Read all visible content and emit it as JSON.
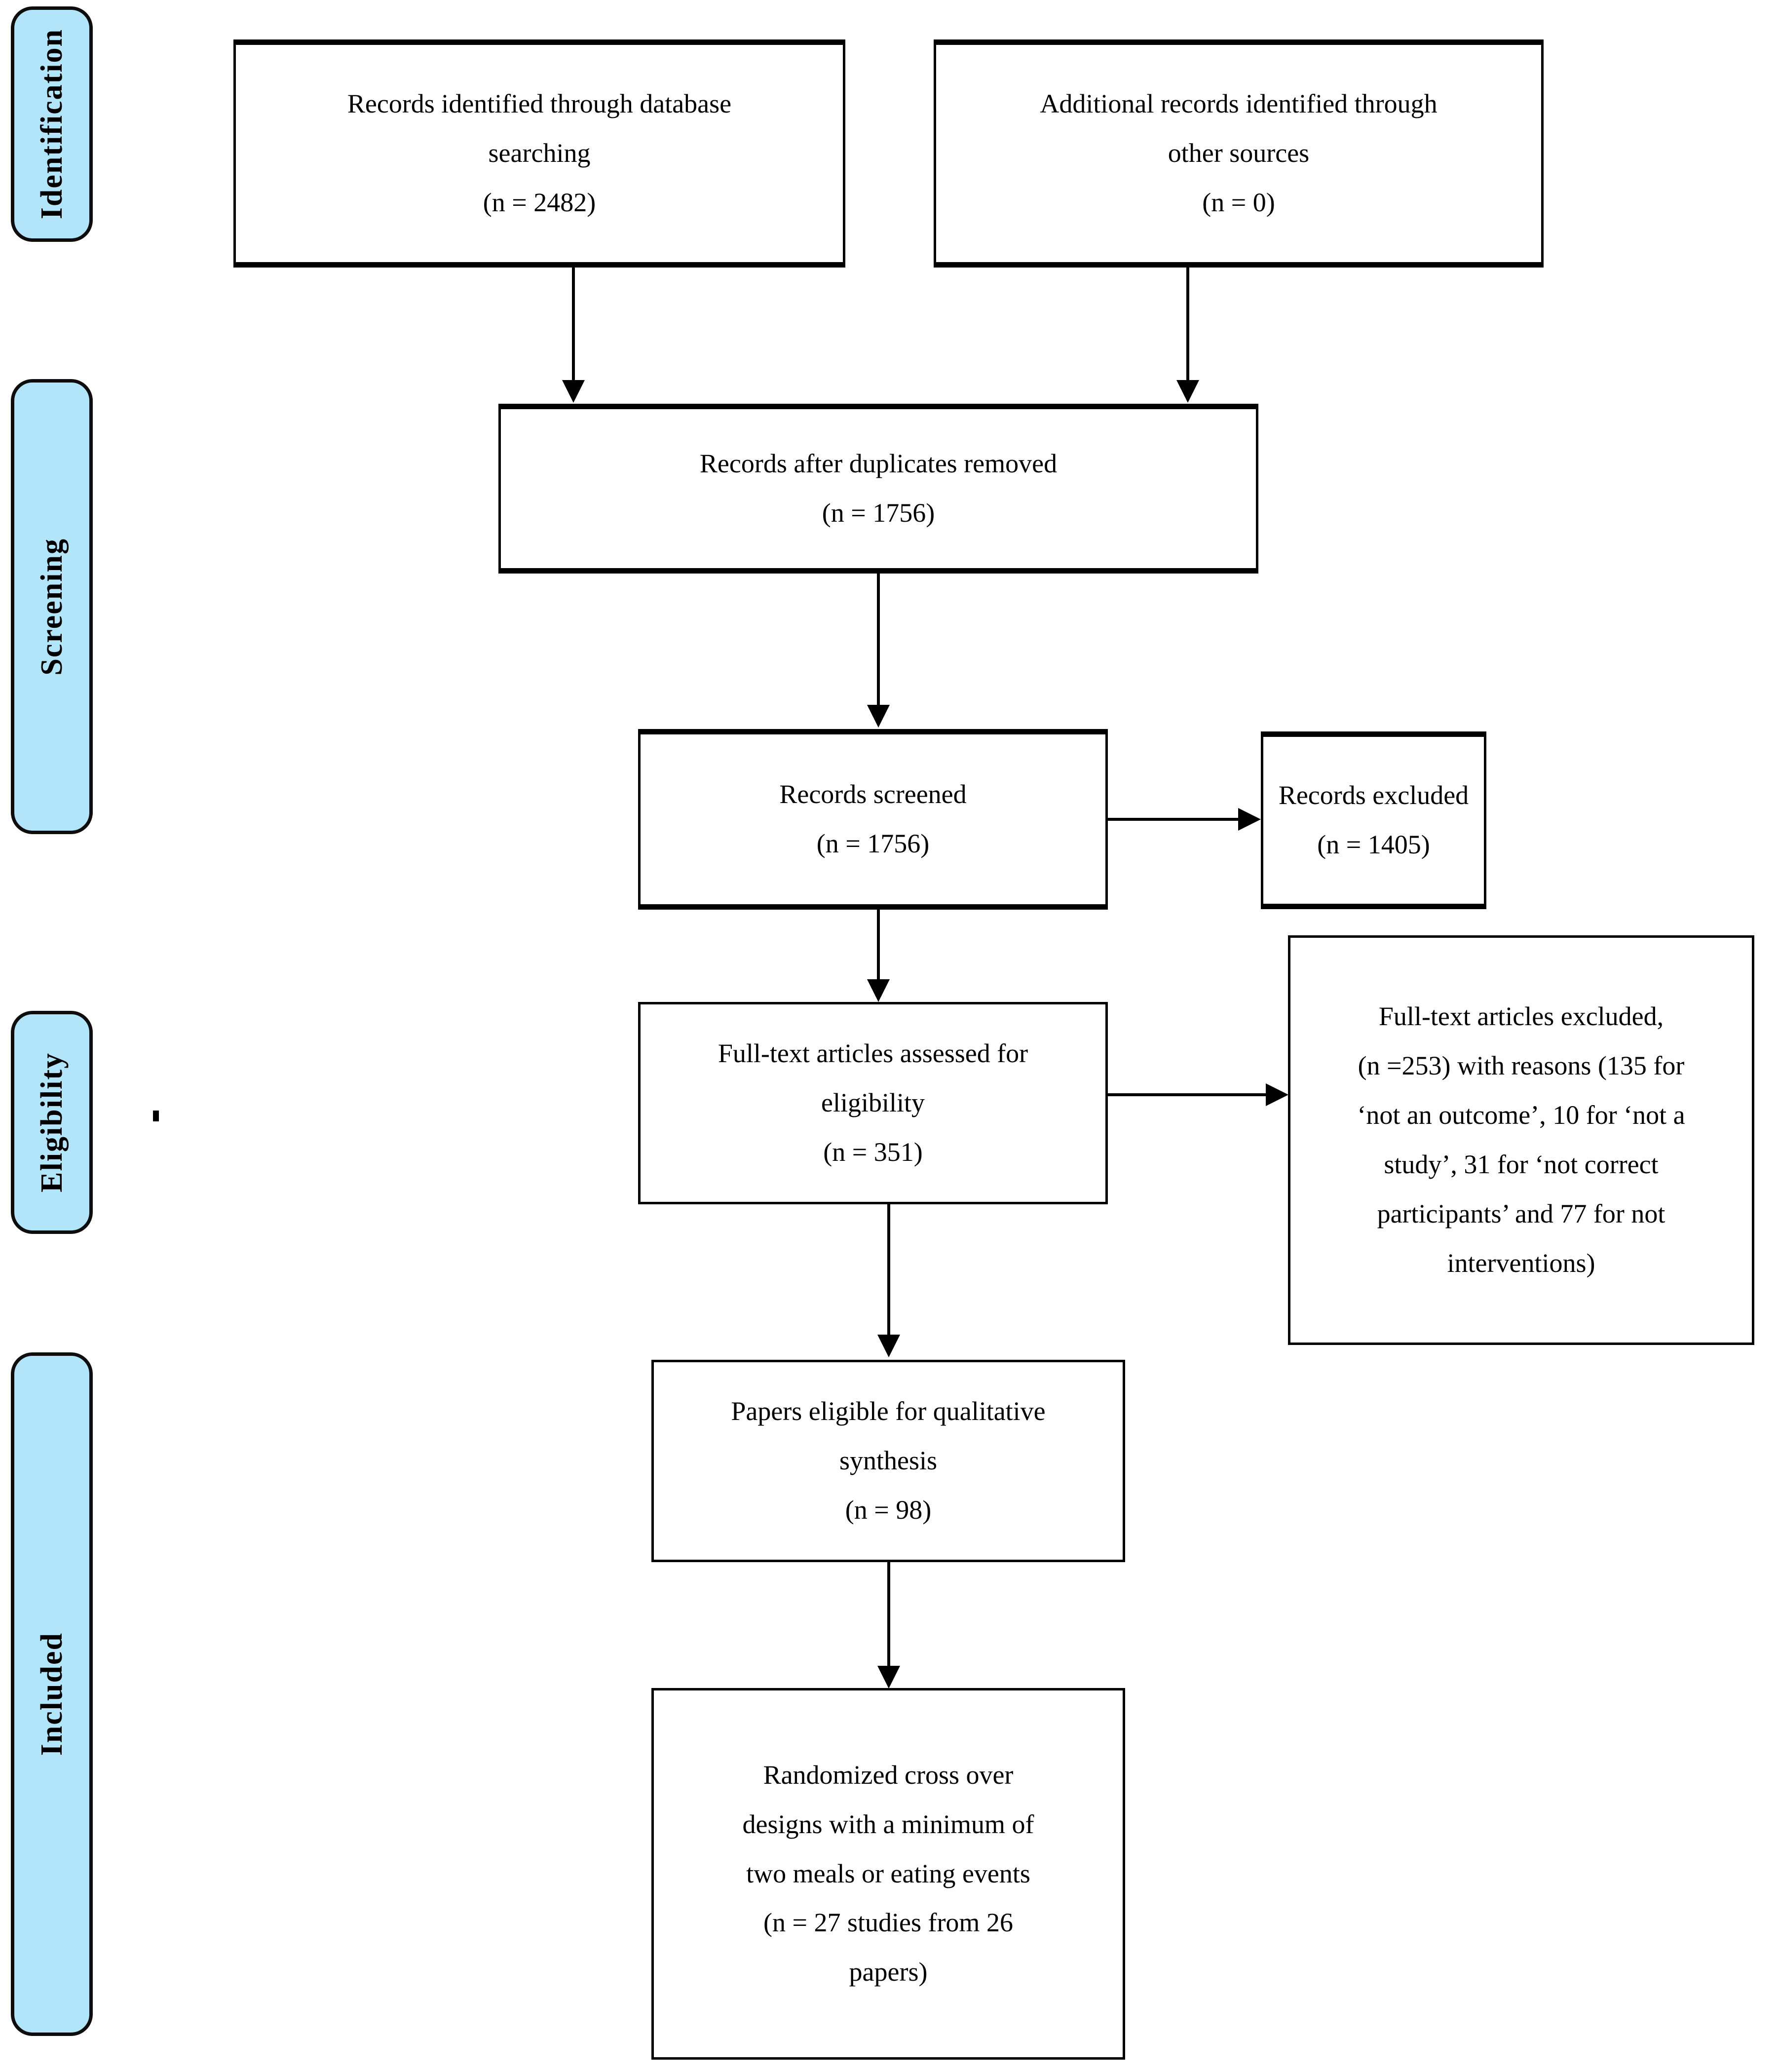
{
  "diagram": {
    "title": "PRISMA flow diagram",
    "accent_color": "#b3e5fa",
    "line_color": "#000000",
    "box_fill": "#ffffff"
  },
  "stages": [
    {
      "id": "identification",
      "label": "Identification"
    },
    {
      "id": "screening",
      "label": "Screening"
    },
    {
      "id": "eligibility",
      "label": "Eligibility"
    },
    {
      "id": "included",
      "label": "Included"
    }
  ],
  "boxes": {
    "records_identified": {
      "line1": "Records identified through database",
      "line2": "searching",
      "line3": "(n = 2482)"
    },
    "additional_records": {
      "line1": "Additional records identified through",
      "line2": "other sources",
      "line3": "(n = 0)"
    },
    "duplicates_removed": {
      "line1": "Records after duplicates removed",
      "line2": "(n = 1756)"
    },
    "records_screened": {
      "line1": "Records screened",
      "line2": "(n = 1756)"
    },
    "records_excluded": {
      "line1": "Records excluded",
      "line2": "(n = 1405)"
    },
    "fulltext_assessed": {
      "line1": "Full-text articles assessed for",
      "line2": "eligibility",
      "line3": "(n = 351)"
    },
    "fulltext_excluded": {
      "line1": "Full-text articles excluded,",
      "line2": "(n =253) with reasons (135 for",
      "line3": "‘not an outcome’, 10 for ‘not a",
      "line4": "study’, 31 for ‘not correct",
      "line5": "participants’ and 77 for not",
      "line6": "interventions)"
    },
    "papers_eligible": {
      "line1": "Papers eligible for qualitative",
      "line2": "synthesis",
      "line3": "(n = 98)"
    },
    "final_included": {
      "line1": "Randomized cross over",
      "line2": "designs with a minimum of",
      "line3": "two meals or eating events",
      "line4": "(n = 27 studies from 26",
      "line5": "papers)"
    }
  },
  "chart_data": {
    "type": "diagram",
    "title": "PRISMA flow diagram",
    "nodes": [
      {
        "id": "records_identified",
        "stage": "Identification",
        "label": "Records identified through database searching",
        "n": 2482
      },
      {
        "id": "additional_records",
        "stage": "Identification",
        "label": "Additional records identified through other sources",
        "n": 0
      },
      {
        "id": "duplicates_removed",
        "stage": "Screening",
        "label": "Records after duplicates removed",
        "n": 1756
      },
      {
        "id": "records_screened",
        "stage": "Screening",
        "label": "Records screened",
        "n": 1756
      },
      {
        "id": "records_excluded",
        "stage": "Screening",
        "label": "Records excluded",
        "n": 1405
      },
      {
        "id": "fulltext_assessed",
        "stage": "Eligibility",
        "label": "Full-text articles assessed for eligibility",
        "n": 351
      },
      {
        "id": "fulltext_excluded",
        "stage": "Eligibility",
        "label": "Full-text articles excluded, with reasons",
        "n": 253,
        "reasons": [
          {
            "reason": "not an outcome",
            "n": 135
          },
          {
            "reason": "not a study",
            "n": 10
          },
          {
            "reason": "not correct participants",
            "n": 31
          },
          {
            "reason": "not interventions",
            "n": 77
          }
        ]
      },
      {
        "id": "papers_eligible",
        "stage": "Included",
        "label": "Papers eligible for qualitative synthesis",
        "n": 98
      },
      {
        "id": "final_included",
        "stage": "Included",
        "label": "Randomized cross over designs with a minimum of two meals or eating events",
        "n": "27 studies from 26 papers"
      }
    ],
    "edges": [
      {
        "from": "records_identified",
        "to": "duplicates_removed"
      },
      {
        "from": "additional_records",
        "to": "duplicates_removed"
      },
      {
        "from": "duplicates_removed",
        "to": "records_screened"
      },
      {
        "from": "records_screened",
        "to": "records_excluded"
      },
      {
        "from": "records_screened",
        "to": "fulltext_assessed"
      },
      {
        "from": "fulltext_assessed",
        "to": "fulltext_excluded"
      },
      {
        "from": "fulltext_assessed",
        "to": "papers_eligible"
      },
      {
        "from": "papers_eligible",
        "to": "final_included"
      }
    ]
  }
}
